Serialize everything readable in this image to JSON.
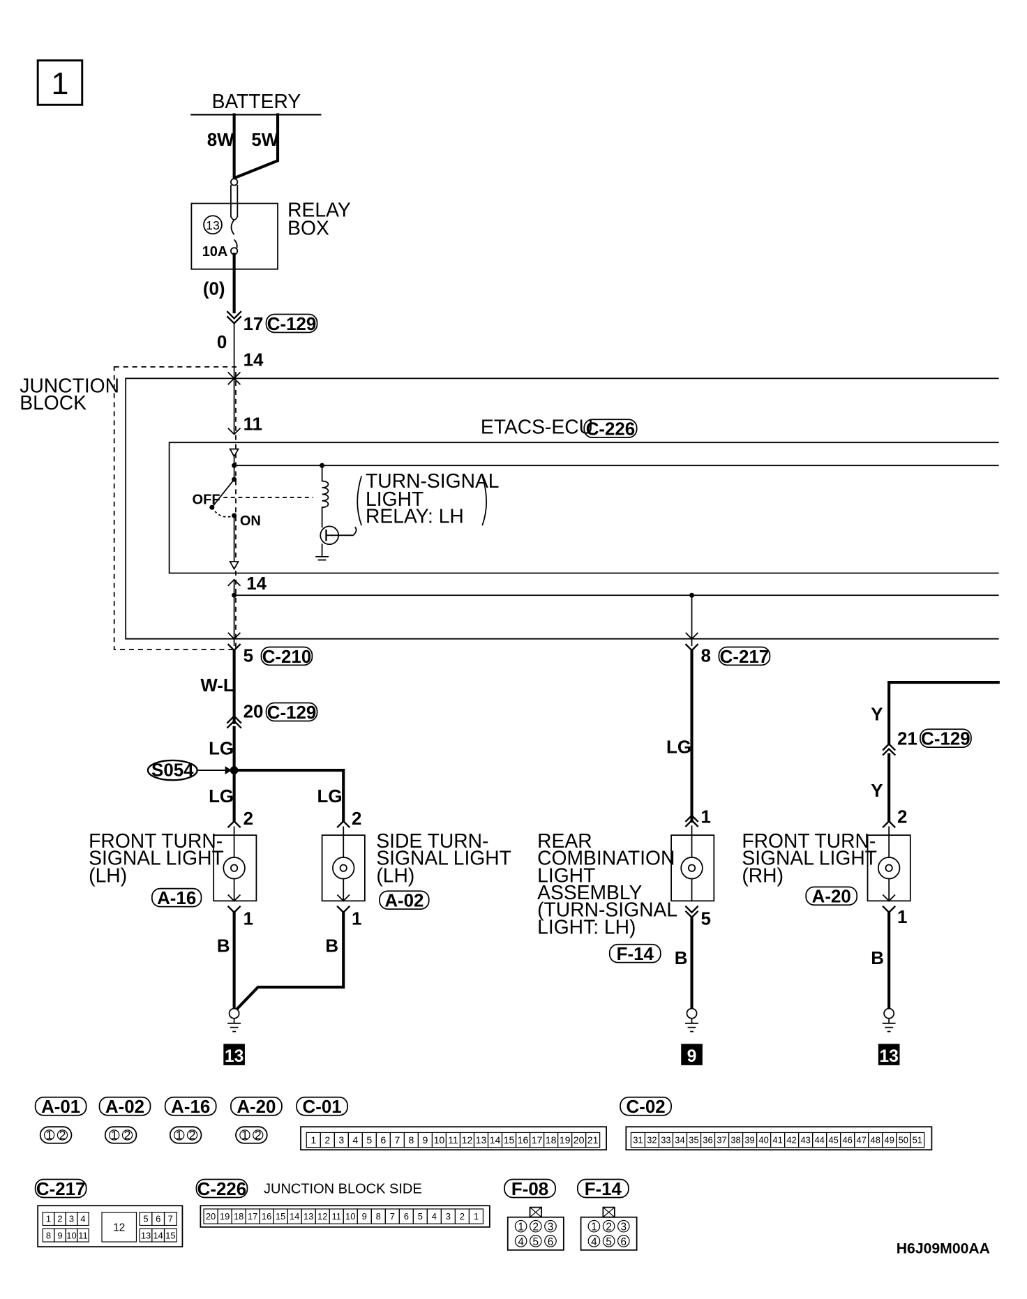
{
  "diagram": {
    "page_number": "1",
    "battery": {
      "label": "BATTERY",
      "fuse_8w": "8W",
      "fuse_5w": "5W"
    },
    "relay_box": {
      "label_line1": "RELAY",
      "label_line2": "BOX",
      "fuse_number": "13",
      "fuse_rating": "10A",
      "wire_color": "(0)"
    },
    "wires": {
      "c129_pin17": "17",
      "c129_label": "C-129",
      "o_color": "0",
      "jb_pin14_top": "14",
      "jb_pin11": "11",
      "jb_pin14_bottom": "14",
      "c210_pin5": "5",
      "c210_label": "C-210",
      "c217_pin8": "8",
      "c217_label": "C-217",
      "wl_color": "W-L",
      "c129_pin20": "20",
      "lg_color": "LG",
      "y_color": "Y",
      "c129_pin21": "21",
      "b_color": "B"
    },
    "junction_block": {
      "label_line1": "JUNCTION",
      "label_line2": "BLOCK"
    },
    "etacs": {
      "label": "ETACS-ECU",
      "connector": "C-226",
      "switch_off": "OFF",
      "switch_on": "ON",
      "relay_line1": "TURN-SIGNAL",
      "relay_line2": "LIGHT",
      "relay_line3": "RELAY: LH"
    },
    "splice": "S054",
    "components": {
      "front_lh": {
        "line1": "FRONT TURN-",
        "line2": "SIGNAL LIGHT",
        "line3": "(LH)",
        "connector": "A-16",
        "pin_in": "2",
        "pin_out": "1"
      },
      "side_lh": {
        "line1": "SIDE TURN-",
        "line2": "SIGNAL LIGHT",
        "line3": "(LH)",
        "connector": "A-02",
        "pin_in": "2",
        "pin_out": "1"
      },
      "rear_combo": {
        "line1": "REAR",
        "line2": "COMBINATION",
        "line3": "LIGHT",
        "line4": "ASSEMBLY",
        "line5": "(TURN-SIGNAL",
        "line6": "LIGHT: LH)",
        "connector": "F-14",
        "pin_in": "1",
        "pin_out": "5"
      },
      "front_rh": {
        "line1": "FRONT TURN-",
        "line2": "SIGNAL LIGHT",
        "line3": "(RH)",
        "connector": "A-20",
        "pin_in": "2",
        "pin_out": "1"
      }
    },
    "grounds": {
      "g1": "13",
      "g2": "9",
      "g3": "13"
    },
    "connector_views": {
      "a01": "A-01",
      "a02": "A-02",
      "a16": "A-16",
      "a20": "A-20",
      "c01": "C-01",
      "c02": "C-02",
      "c217": "C-217",
      "c226": "C-226",
      "c226_note": "JUNCTION BLOCK SIDE",
      "f08": "F-08",
      "f14": "F-14",
      "pins_12": [
        "1",
        "2"
      ],
      "c01_pins": [
        "1",
        "2",
        "3",
        "4",
        "5",
        "6",
        "7",
        "8",
        "9",
        "10",
        "11",
        "12",
        "13",
        "14",
        "15",
        "16",
        "17",
        "18",
        "19",
        "20",
        "21"
      ],
      "c02_pins": [
        "31",
        "32",
        "33",
        "34",
        "35",
        "36",
        "37",
        "38",
        "39",
        "40",
        "41",
        "42",
        "43",
        "44",
        "45",
        "46",
        "47",
        "48",
        "49",
        "50",
        "51"
      ],
      "c217_row1a": [
        "1",
        "2",
        "3",
        "4"
      ],
      "c217_center": "12",
      "c217_row1b": [
        "5",
        "6",
        "7"
      ],
      "c217_row2a": [
        "8",
        "9",
        "10",
        "11"
      ],
      "c217_row2b": [
        "13",
        "14",
        "15"
      ],
      "c226_pins": [
        "20",
        "19",
        "18",
        "17",
        "16",
        "15",
        "14",
        "13",
        "12",
        "11",
        "10",
        "9",
        "8",
        "7",
        "6",
        "5",
        "4",
        "3",
        "2",
        "1"
      ],
      "f_row1": [
        "1",
        "2",
        "3"
      ],
      "f_row2": [
        "4",
        "5",
        "6"
      ]
    },
    "figure_code": "H6J09M00AA"
  }
}
